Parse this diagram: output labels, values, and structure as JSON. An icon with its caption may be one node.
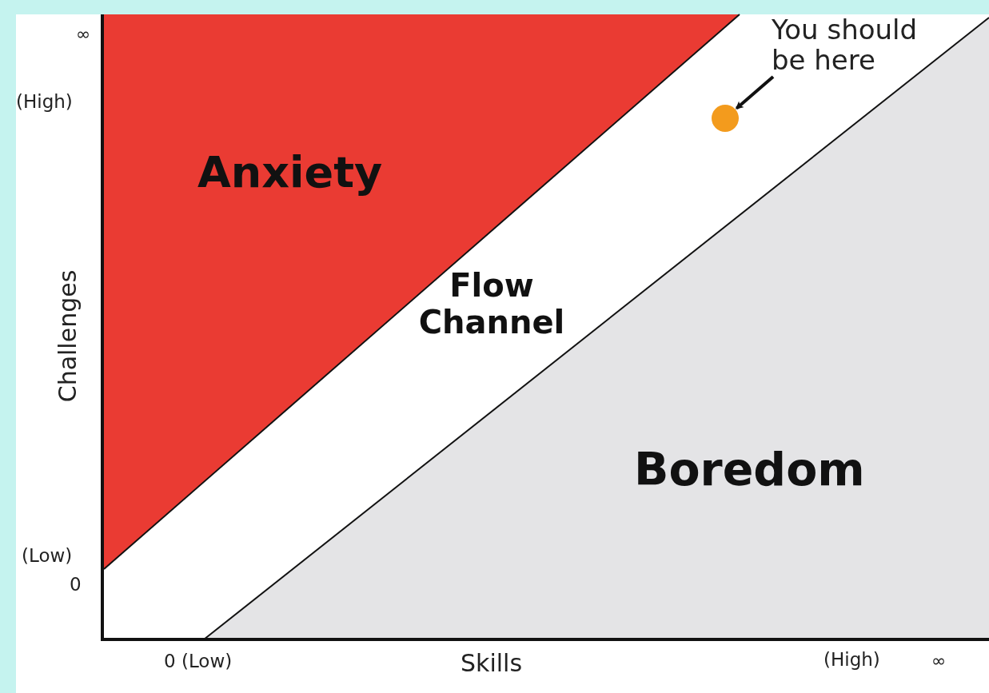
{
  "diagram": {
    "nodes": [
      {
        "text": [
          "Anxiety"
        ]
      },
      {
        "text": [
          "Flow Channel"
        ]
      },
      {
        "text": [
          "Boredom"
        ]
      },
      {
        "text": [
          "You should be here"
        ]
      },
      {
        "text": [],
        "shape": "circle"
      }
    ],
    "edges": [
      {
        "from": 3,
        "to": 4,
        "arrow": "to"
      }
    ],
    "labels": [
      "∞",
      "(High)",
      "Challenges",
      "(Low)",
      "0",
      "0 (Low)",
      "Skills",
      "(High)",
      "∞"
    ]
  }
}
